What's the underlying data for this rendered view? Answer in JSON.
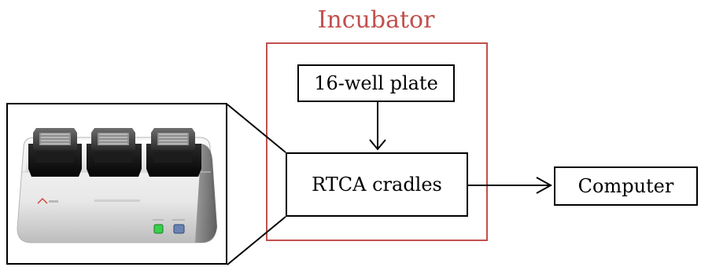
{
  "diagram": {
    "title": "Incubator",
    "nodes": {
      "plate": "16-well plate",
      "rtca": "RTCA cradles",
      "computer": "Computer"
    },
    "photo_alt": "RTCA instrument photo"
  }
}
